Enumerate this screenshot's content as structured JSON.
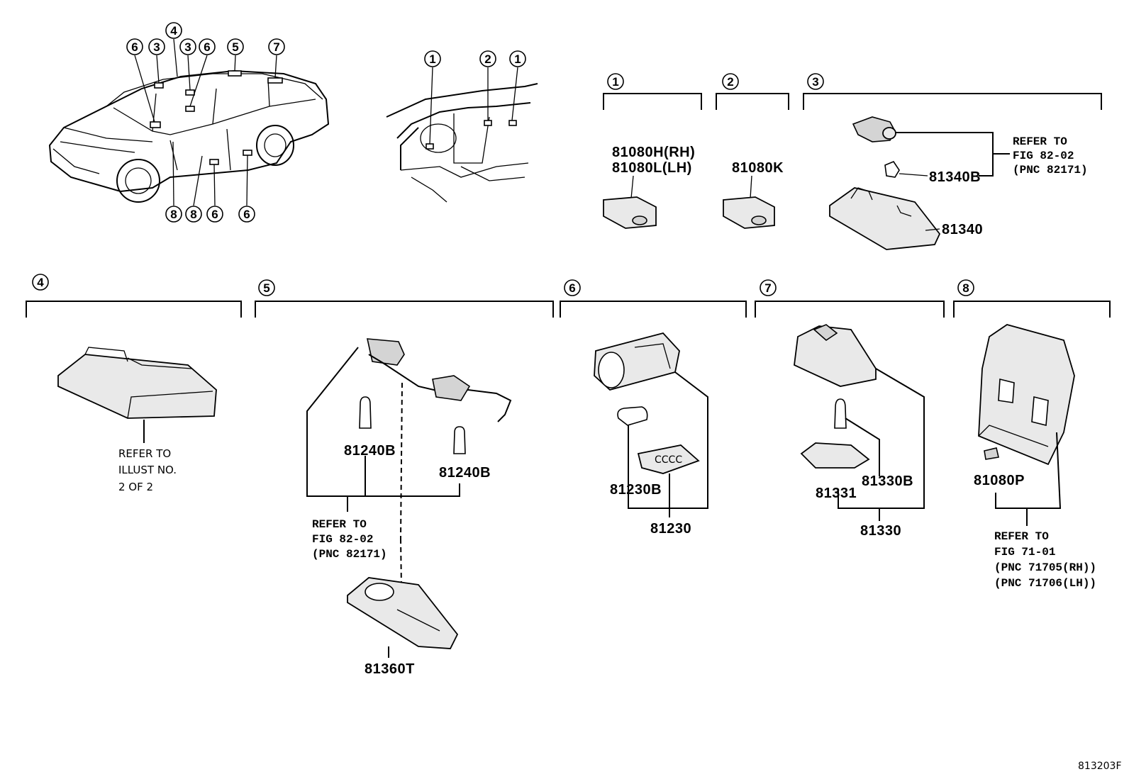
{
  "sections": {
    "s1": {
      "number": "1",
      "codes": [
        "81080H(RH)",
        "81080L(LH)"
      ]
    },
    "s2": {
      "number": "2",
      "codes": [
        "81080K"
      ]
    },
    "s3": {
      "number": "3",
      "codes": [
        "81340B",
        "81340"
      ],
      "note": [
        "REFER TO",
        "FIG 82-02",
        "(PNC 82171)"
      ]
    },
    "s4": {
      "number": "4",
      "note": [
        "REFER TO",
        "ILLUST NO.",
        "2 OF 2"
      ]
    },
    "s5": {
      "number": "5",
      "codes": [
        "81240B",
        "81240B",
        "81360T"
      ],
      "note": [
        "REFER TO",
        "FIG 82-02",
        "(PNC 82171)"
      ]
    },
    "s6": {
      "number": "6",
      "codes": [
        "81230B",
        "81230"
      ]
    },
    "s7": {
      "number": "7",
      "codes": [
        "81331",
        "81330B",
        "81330"
      ]
    },
    "s8": {
      "number": "8",
      "codes": [
        "81080P"
      ],
      "note": [
        "REFER TO",
        "FIG 71-01",
        "(PNC 71705(RH))",
        "(PNC 71706(LH))"
      ]
    }
  },
  "car_callouts": {
    "top": [
      "6",
      "3",
      "4",
      "3",
      "6",
      "5",
      "7"
    ],
    "bottom": [
      "8",
      "8",
      "6",
      "6"
    ]
  },
  "dash_callouts": [
    "1",
    "2",
    "1"
  ],
  "figure_id": "813203F"
}
